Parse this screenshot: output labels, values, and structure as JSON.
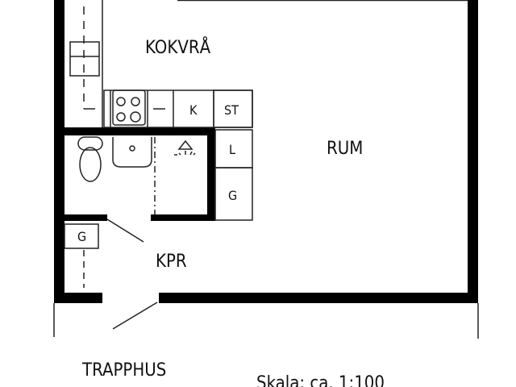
{
  "rooms": {
    "kitchen": "KOKVRÅ",
    "living": "RUM",
    "hall": "KPR",
    "stairwell": "TRAPPHUS"
  },
  "fixtures": {
    "fridge": "K",
    "storage": "ST",
    "linen": "L",
    "wardrobe": "G",
    "hall_wardrobe": "G"
  },
  "scale": "Skala: ca. 1:100",
  "colors": {
    "wall": "#000000",
    "line": "#222222"
  }
}
